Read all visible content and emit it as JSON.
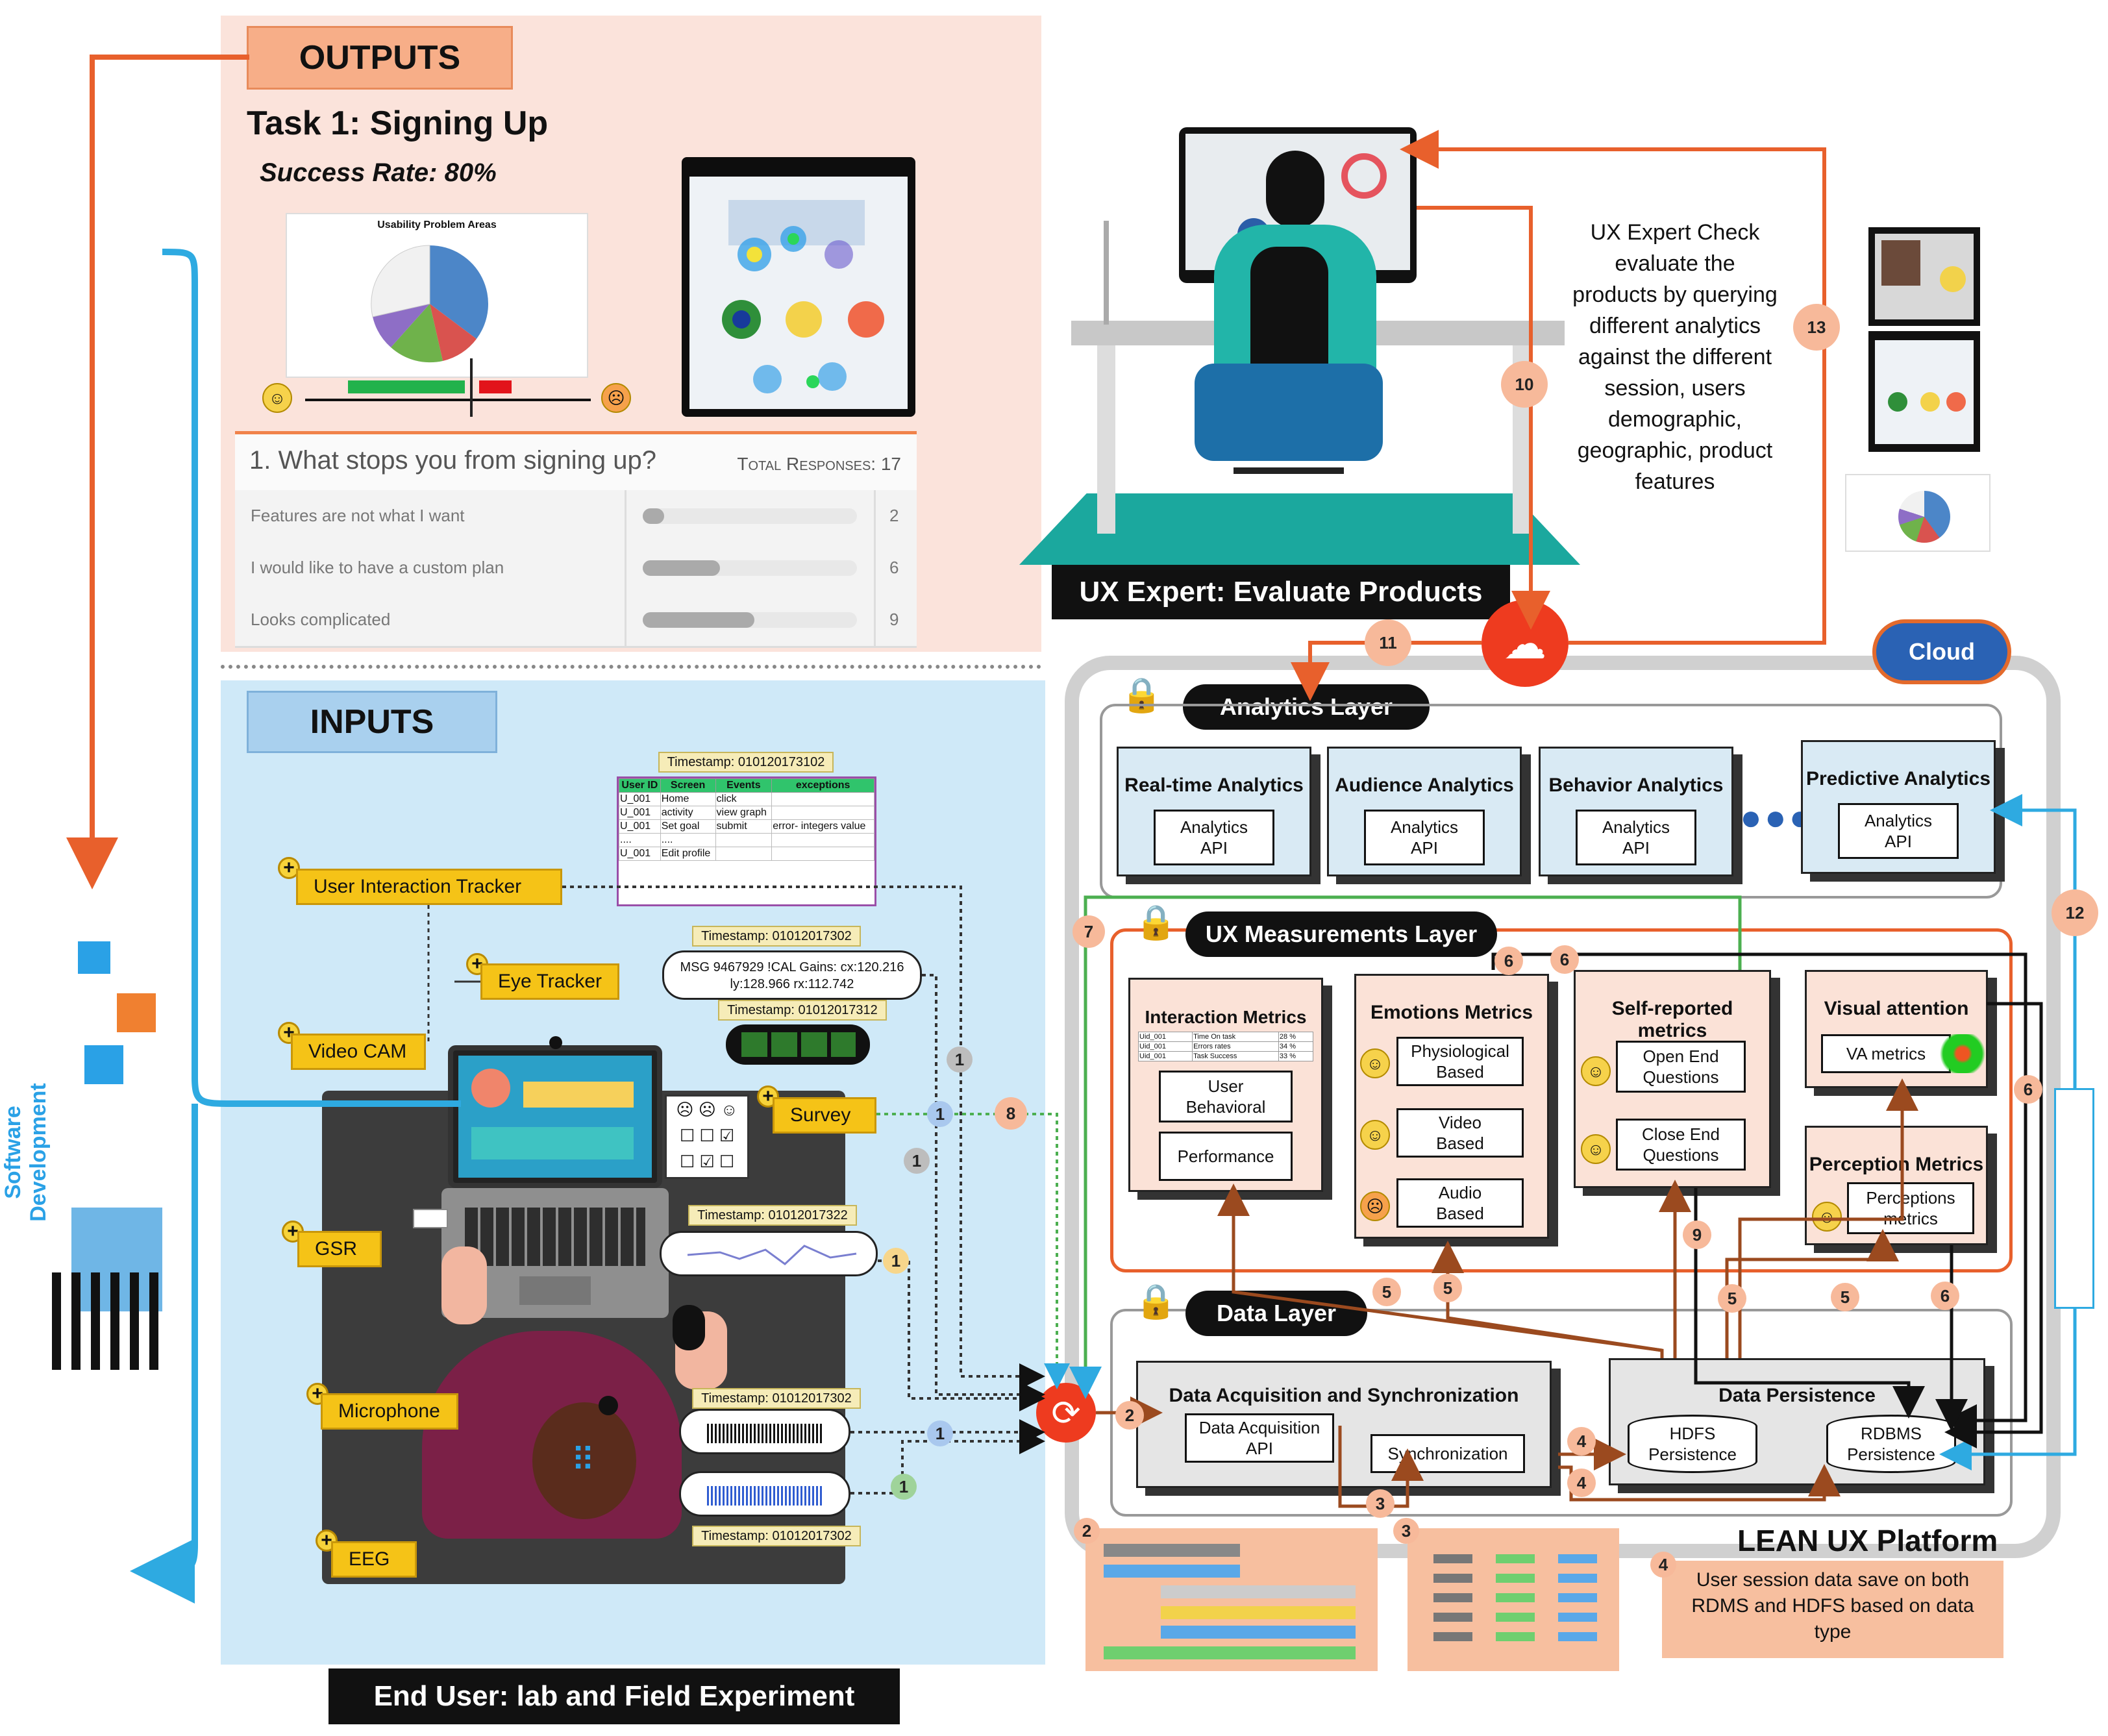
{
  "outputs": {
    "header": "OUTPUTS",
    "task_title": "Task 1: Signing Up",
    "success_rate": "Success Rate: 80%",
    "chart_title": "Usability Problem Areas",
    "survey": {
      "question": "1. What stops you from signing up?",
      "total_label": "Total Responses: 17",
      "rows": [
        {
          "label": "Features are not what I want",
          "count": "2",
          "fraction": 0.1
        },
        {
          "label": "I would like to have a custom plan",
          "count": "6",
          "fraction": 0.36
        },
        {
          "label": "Looks complicated",
          "count": "9",
          "fraction": 0.52
        }
      ]
    }
  },
  "inputs": {
    "header": "INPUTS",
    "footer": "End User:  lab and Field Experiment",
    "devices": {
      "uit": "User Interaction Tracker",
      "eye": "Eye Tracker",
      "cam": "Video CAM",
      "survey": "Survey",
      "gsr": "GSR",
      "mic": "Microphone",
      "eeg": "EEG"
    },
    "timestamps": {
      "uit": "Timestamp: 010120173102",
      "eye": "Timestamp: 01012017302",
      "cam": "Timestamp: 01012017312",
      "gsr": "Timestamp: 01012017322",
      "mic": "Timestamp: 01012017302",
      "eeg": "Timestamp: 01012017302"
    },
    "eye_msg_line1": "MSG  9467929 !CAL Gains: cx:120.216",
    "eye_msg_line2": "ly:128.966 rx:112.742",
    "uit_table": {
      "headers": [
        "User ID",
        "Screen",
        "Events",
        "exceptions"
      ],
      "rows": [
        [
          "U_001",
          "Home",
          "click",
          ""
        ],
        [
          "U_001",
          "activity",
          "view graph",
          ""
        ],
        [
          "U_001",
          "Set goal",
          "submit",
          "error- integers value"
        ],
        [
          "....",
          "....",
          "",
          ""
        ],
        [
          "U_001",
          "Edit profile",
          "",
          ""
        ]
      ]
    }
  },
  "left_side": {
    "label": "Software Development"
  },
  "ux_expert": {
    "title": "UX Expert: Evaluate Products",
    "caption": [
      "UX Expert Check",
      "evaluate the",
      "products by querying",
      "different analytics",
      "against the different",
      "session, users",
      "demographic,",
      "geographic, product",
      "features"
    ]
  },
  "platform": {
    "cloud_label": "Cloud",
    "platform_label": "LEAN UX Platform",
    "analytics_layer": {
      "title": "Analytics Layer",
      "cards": [
        {
          "title": "Real-time Analytics",
          "inner": [
            "Analytics",
            "API"
          ]
        },
        {
          "title": "Audience Analytics",
          "inner": [
            "Analytics",
            "API"
          ]
        },
        {
          "title": "Behavior Analytics",
          "inner": [
            "Analytics",
            "API"
          ]
        },
        {
          "title": "Predictive Analytics",
          "inner": [
            "Analytics",
            "API"
          ]
        }
      ]
    },
    "ux_layer": {
      "title": "UX Measurements Layer",
      "interaction": {
        "title": "Interaction Metrics",
        "table": [
          [
            "Uid_001",
            "Time On task",
            "28 %"
          ],
          [
            "Uid_001",
            "Errors rates",
            "34 %"
          ],
          [
            "Uid_001",
            "Task Success",
            "33 %"
          ]
        ],
        "items": [
          [
            "User",
            "Behavioral"
          ],
          [
            "Performance"
          ]
        ]
      },
      "emotions": {
        "title": "Emotions Metrics",
        "items": [
          [
            "Physiological",
            "Based"
          ],
          [
            "Video",
            "Based"
          ],
          [
            "Audio",
            "Based"
          ]
        ]
      },
      "selfreport": {
        "title": "Self-reported metrics",
        "items": [
          [
            "Open End",
            "Questions"
          ],
          [
            "Close End",
            "Questions"
          ]
        ]
      },
      "visual": {
        "title": "Visual attention",
        "item": "VA metrics"
      },
      "perception": {
        "title": "Perception Metrics",
        "item": [
          "Perceptions",
          "metrics"
        ]
      }
    },
    "data_layer": {
      "title": "Data Layer",
      "acq": {
        "title": "Data Acquisition and Synchronization",
        "api": [
          "Data Acquisition",
          "API"
        ],
        "sync": "Synchronization"
      },
      "persist": {
        "title": "Data Persistence",
        "hdfs": [
          "HDFS",
          "Persistence"
        ],
        "rdbms": [
          "RDBMS",
          "Persistence"
        ]
      }
    },
    "note4": [
      "User session data save on both",
      "RDMS and HDFS based on data",
      "type"
    ]
  },
  "step_numbers": {
    "n1": "1",
    "n2": "2",
    "n3": "3",
    "n4": "4",
    "n5": "5",
    "n6": "6",
    "n7": "7",
    "n8": "8",
    "n9": "9",
    "n10": "10",
    "n11": "11",
    "n12": "12",
    "n13": "13"
  },
  "colors": {
    "orange": "#e8602c",
    "blue": "#2eaae1",
    "green": "#4caf50",
    "dark_red": "#9b4a1f"
  }
}
